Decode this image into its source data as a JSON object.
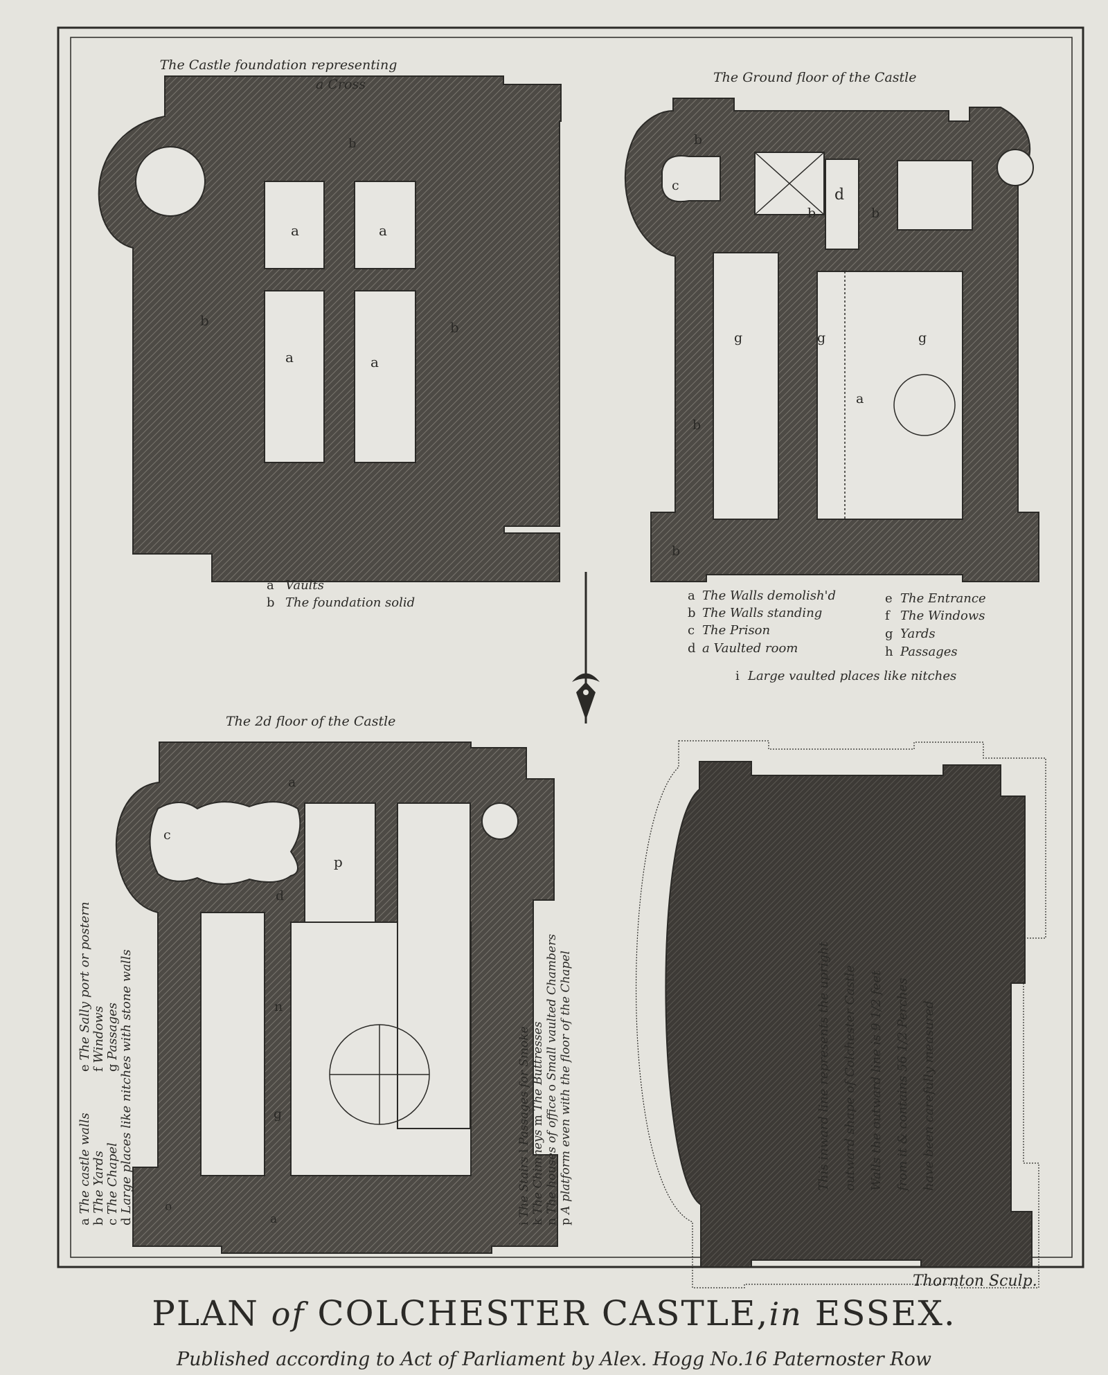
{
  "title": {
    "part1": "PLAN ",
    "part2": "of",
    "part3": " COLCHESTER CASTLE,",
    "part4": "in",
    "part5": " ESSEX."
  },
  "publisher": "Published according to Act of Parliament by Alex. Hogg No.16 Paternoster Row",
  "engraver": "Thornton Sculp.",
  "plan1": {
    "title_line1": "The Castle foundation representing",
    "title_line2": "a Cross",
    "legend": [
      {
        "key": "a",
        "text": "Vaults"
      },
      {
        "key": "b",
        "text": "The foundation solid"
      }
    ]
  },
  "plan2": {
    "title": "The Ground floor of the Castle",
    "legend_left": [
      {
        "key": "a",
        "text": "The Walls demolish'd"
      },
      {
        "key": "b",
        "text": "The Walls standing"
      },
      {
        "key": "c",
        "text": "The Prison"
      },
      {
        "key": "d",
        "text": "a Vaulted room"
      }
    ],
    "legend_right": [
      {
        "key": "e",
        "text": "The Entrance"
      },
      {
        "key": "f",
        "text": "The Windows"
      },
      {
        "key": "g",
        "text": "Yards"
      },
      {
        "key": "h",
        "text": "Passages"
      }
    ],
    "legend_last": {
      "key": "i",
      "text": "Large vaulted places like nitches"
    }
  },
  "plan3": {
    "title": "The 2d floor of the Castle",
    "legend_col1": [
      {
        "key": "a",
        "text": "The castle walls"
      },
      {
        "key": "b",
        "text": "The Yards"
      },
      {
        "key": "c",
        "text": "The Chapel"
      },
      {
        "key": "d",
        "text": "Large places like nitches with stone walls"
      }
    ],
    "legend_col2": [
      {
        "key": "e",
        "text": "The Sally port or postern"
      },
      {
        "key": "f",
        "text": "Windows"
      },
      {
        "key": "g",
        "text": "Passages"
      }
    ],
    "legend_col3": [
      {
        "key": "i",
        "text": "The Stairs"
      },
      {
        "key": "l",
        "text": "Passages for Smoke"
      },
      {
        "key": "k",
        "text": "The Chimneys"
      },
      {
        "key": "m",
        "text": "The Buttresses"
      },
      {
        "key": "n",
        "text": "The houses of office"
      },
      {
        "key": "o",
        "text": "Small vaulted Chambers"
      },
      {
        "key": "p",
        "text": "A platform even with the floor of the Chapel"
      }
    ]
  },
  "plan4": {
    "text_lines": [
      "This inward line represents the upright",
      "outward shape of Colchester Castle",
      "Walls the outward line is 9 1/2 feet",
      "from it & contains 56 1/2 Perches",
      "have been carefully measured"
    ]
  },
  "colors": {
    "ink": "#2b2a27",
    "paper": "#e5e4de"
  }
}
